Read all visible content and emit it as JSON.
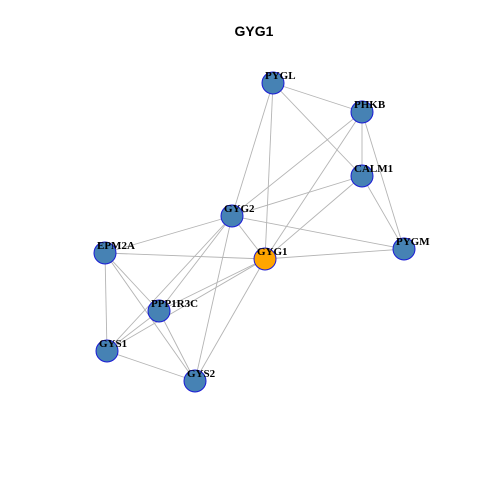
{
  "title": "GYG1",
  "colors": {
    "focus_node": "#FFA500",
    "node": "#4682B4",
    "node_border": "#1A1AD6",
    "edge": "#B4B4B4"
  },
  "nodes": [
    {
      "id": "GYG1",
      "label": "GYG1",
      "focus": true
    },
    {
      "id": "PYGL",
      "label": "PYGL"
    },
    {
      "id": "PHKB",
      "label": "PHKB"
    },
    {
      "id": "CALM1",
      "label": "CALM1"
    },
    {
      "id": "GYG2",
      "label": "GYG2"
    },
    {
      "id": "EPM2A",
      "label": "EPM2A"
    },
    {
      "id": "PYGM",
      "label": "PYGM"
    },
    {
      "id": "PPP1R3C",
      "label": "PPP1R3C"
    },
    {
      "id": "GYS1",
      "label": "GYS1"
    },
    {
      "id": "GYS2",
      "label": "GYS2"
    }
  ],
  "edges": [
    [
      "PYGL",
      "PHKB"
    ],
    [
      "PYGL",
      "CALM1"
    ],
    [
      "PYGL",
      "GYG2"
    ],
    [
      "PYGL",
      "GYG1"
    ],
    [
      "PHKB",
      "CALM1"
    ],
    [
      "PHKB",
      "PYGM"
    ],
    [
      "PHKB",
      "GYG2"
    ],
    [
      "PHKB",
      "GYG1"
    ],
    [
      "CALM1",
      "PYGM"
    ],
    [
      "CALM1",
      "GYG2"
    ],
    [
      "CALM1",
      "GYG1"
    ],
    [
      "GYG2",
      "GYG1"
    ],
    [
      "GYG2",
      "PYGM"
    ],
    [
      "GYG2",
      "EPM2A"
    ],
    [
      "GYG2",
      "PPP1R3C"
    ],
    [
      "GYG2",
      "GYS1"
    ],
    [
      "GYG2",
      "GYS2"
    ],
    [
      "GYG1",
      "PYGM"
    ],
    [
      "GYG1",
      "EPM2A"
    ],
    [
      "GYG1",
      "PPP1R3C"
    ],
    [
      "GYG1",
      "GYS1"
    ],
    [
      "GYG1",
      "GYS2"
    ],
    [
      "EPM2A",
      "PPP1R3C"
    ],
    [
      "EPM2A",
      "GYS1"
    ],
    [
      "EPM2A",
      "GYS2"
    ],
    [
      "PPP1R3C",
      "GYS1"
    ],
    [
      "PPP1R3C",
      "GYS2"
    ],
    [
      "GYS1",
      "GYS2"
    ]
  ]
}
